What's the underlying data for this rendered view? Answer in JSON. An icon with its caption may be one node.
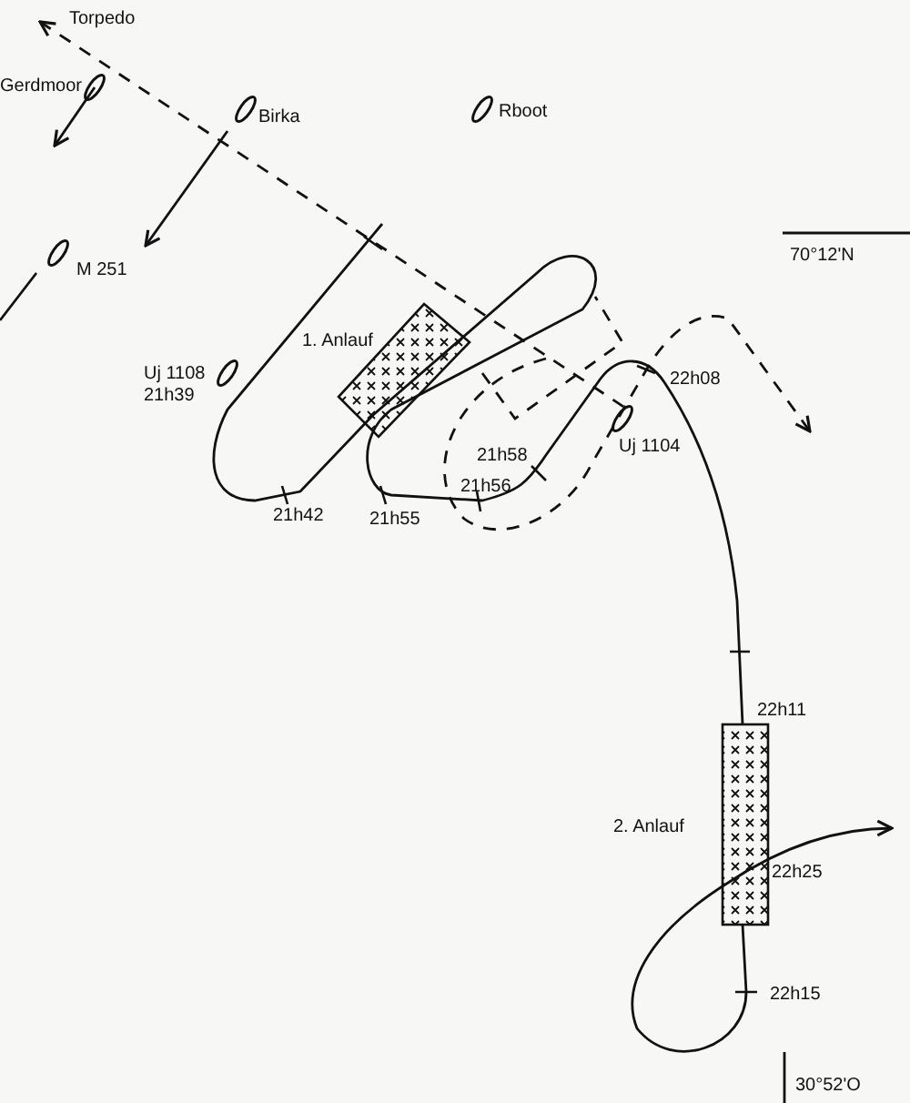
{
  "diagram": {
    "labels": [
      "Torpedo",
      "Gerdmoor",
      "Birka",
      "Rboot",
      "M 251",
      "70°12'N",
      "1. Anlauf",
      "22h08",
      "Uj 1108",
      "21h39",
      "Uj 1104",
      "21h58",
      "21h56",
      "21h42",
      "21h55",
      "22h11",
      "2. Anlauf",
      "22h25",
      "22h15",
      "30°52'O"
    ]
  }
}
